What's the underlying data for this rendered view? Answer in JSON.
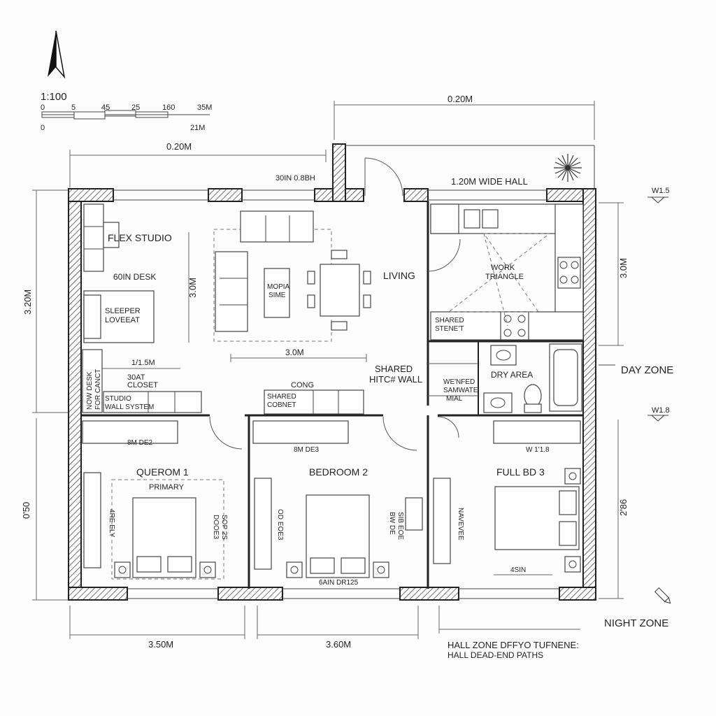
{
  "scale": {
    "ratio": "1:100",
    "ticks_top": [
      "0",
      "5",
      "45",
      "25",
      "160",
      "35M"
    ],
    "ticks_bottom": [
      "0",
      "21M"
    ]
  },
  "dimensions": {
    "top_right": "0.20M",
    "top_left": "0.20M",
    "left_upper": "3.20M",
    "left_lower": "0'50",
    "bottom_left": "3.50M",
    "bottom_mid": "3.60M",
    "right_upper": "3.0M",
    "right_lower": "2'86",
    "flex_height": "3.0M",
    "living_width": "3.0M",
    "closet_width": "1/1.5M",
    "window_top": "30IN 0.8BH",
    "level_top": "W1.5",
    "level_mid": "W1.8"
  },
  "rooms": {
    "flex_studio": "FLEX STUDIO",
    "desk": "60IN DESK",
    "sleeper_1": "SLEEPER",
    "sleeper_2": "LOVEEAT",
    "closet_1": "30AT",
    "closet_2": "CLOSET",
    "wall_system_1": "STUDIO",
    "wall_system_2": "WALL SYSTEM",
    "side_label_1": "NOW DESK",
    "side_label_2": "FOR CANCT",
    "media_1": "MOPIA",
    "media_2": "SIME",
    "living": "LIVING",
    "shared_wall_1": "SHARED",
    "shared_wall_2": "HITC# WALL",
    "cong": "CONG",
    "shared_cabinet_1": "SHARED",
    "shared_cabinet_2": "COBNET",
    "hall": "1.20M WIDE HALL",
    "work_triangle_1": "WORK",
    "work_triangle_2": "TRIANGLE",
    "shared_steet_1": "SHARED",
    "shared_steet_2": "STENE'T",
    "dry_area": "DRY AREA",
    "wet_1": "WE'NFED",
    "wet_2": "SAMWATE",
    "wet_3": "MIAL",
    "bed1_closet": "8M DE2",
    "bed1_name": "QUEROM 1",
    "bed1_sub": "PRIMARY",
    "bed1_side_1": "4RE ELY",
    "bed1_side_2": "DOOE3",
    "bed1_side_3": "SOP 2S",
    "bed2_closet": "8M DE3",
    "bed2_name": "BEDROOM 2",
    "bed2_side_1": "OD EOE3",
    "bed2_side_2": "BW DE",
    "bed2_side_3": "SIB EOE",
    "bed2_bottom": "6AIN DR125",
    "bed3_closet": "W 1'1.8",
    "bed3_name": "FULL BD 3",
    "bed3_side": "NAVEVEE",
    "bed3_bottom": "4SIN"
  },
  "zones": {
    "day": "DAY ZONE",
    "night": "NIGHT ZONE",
    "hall_1": "HALL ZONE DFFYO TUFNENE:",
    "hall_2": "HALL DEAD-END PATHS"
  },
  "icons": [
    "north-arrow-icon",
    "tree-icon",
    "pencil-icon"
  ]
}
